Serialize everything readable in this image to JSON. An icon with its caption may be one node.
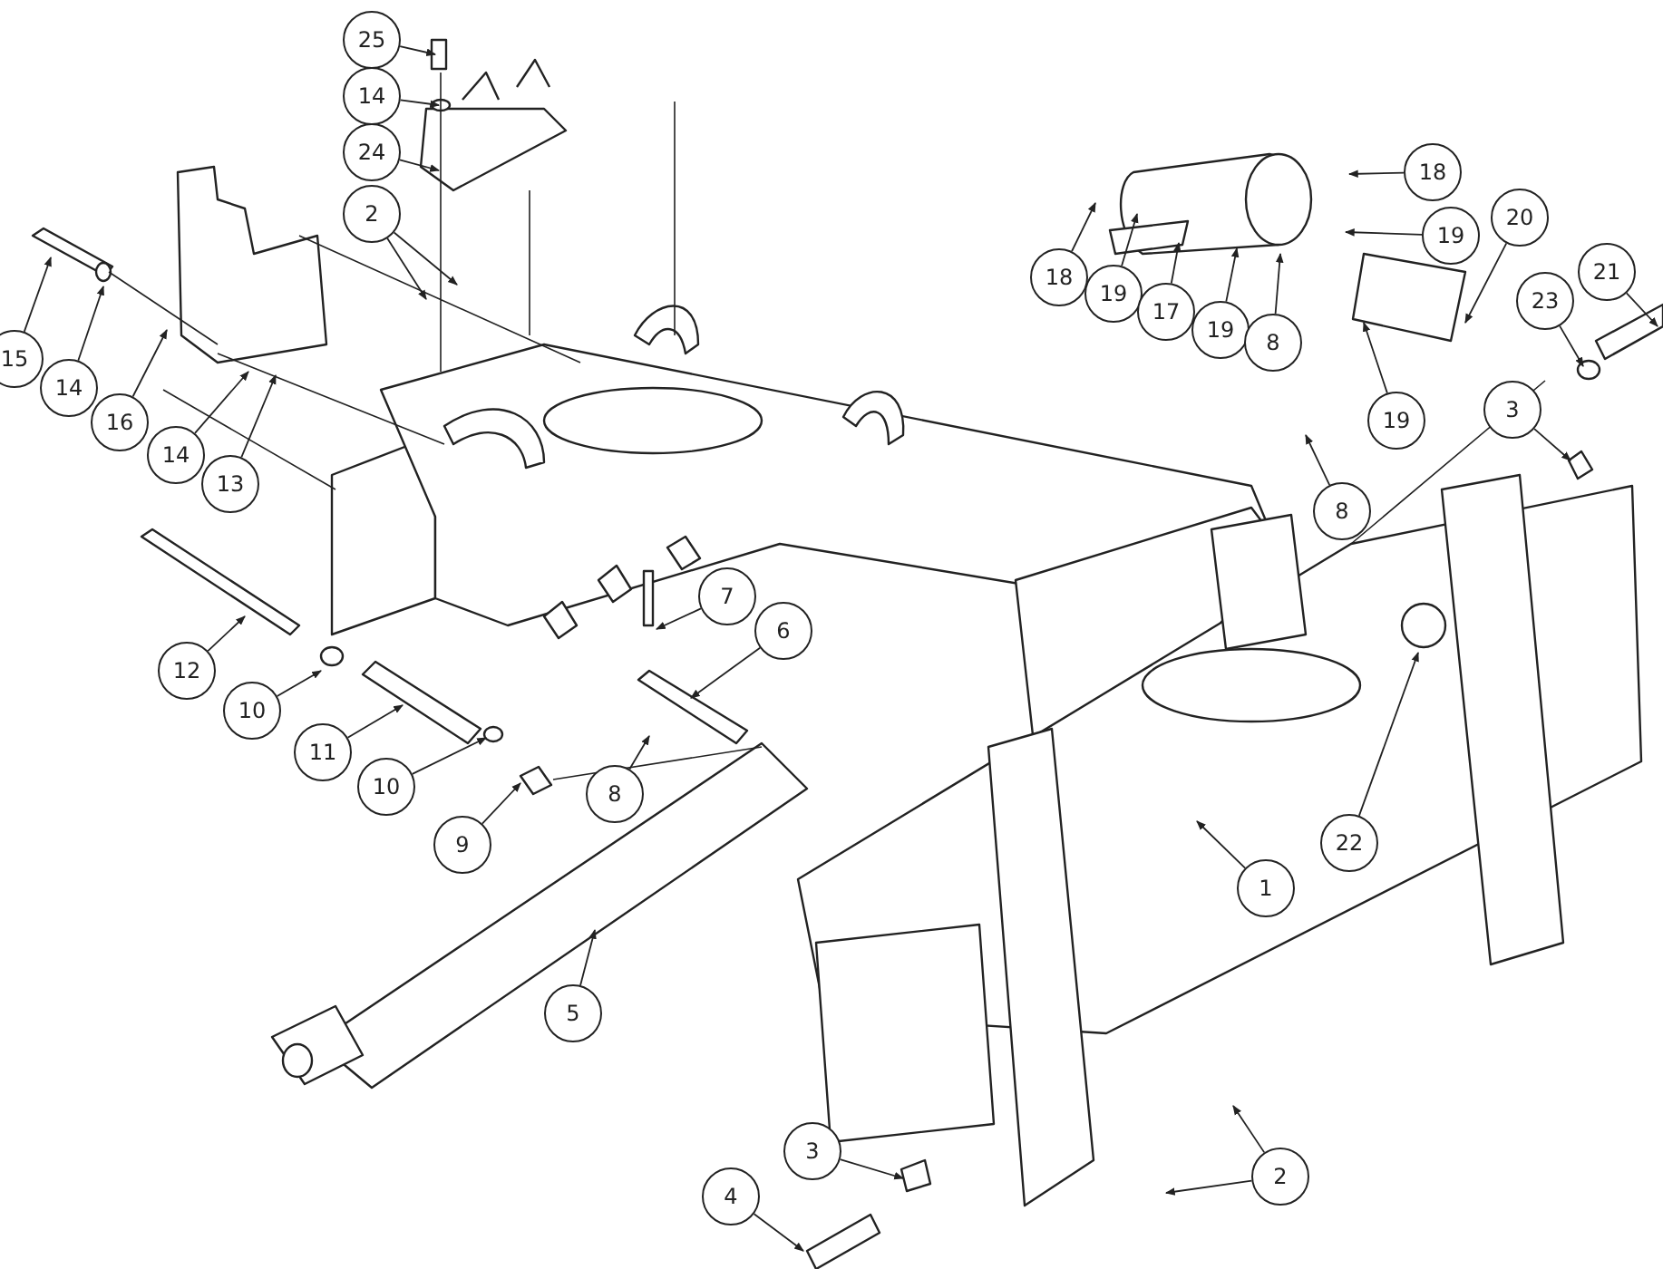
{
  "diagram": {
    "nodes": [
      {
        "text": [
          "25"
        ]
      },
      {
        "text": [
          "14"
        ]
      },
      {
        "text": [
          "24"
        ]
      },
      {
        "text": [
          "2"
        ]
      },
      {
        "text": [
          "18"
        ]
      },
      {
        "text": [
          "19"
        ]
      },
      {
        "text": [
          "20"
        ]
      },
      {
        "text": [
          "15"
        ]
      },
      {
        "text": [
          "14"
        ]
      },
      {
        "text": [
          "18"
        ]
      },
      {
        "text": [
          "19"
        ]
      },
      {
        "text": [
          "16"
        ]
      },
      {
        "text": [
          "17"
        ]
      },
      {
        "text": [
          "21"
        ]
      },
      {
        "text": [
          "23"
        ]
      },
      {
        "text": [
          "19"
        ]
      },
      {
        "text": [
          "8"
        ]
      },
      {
        "text": [
          "3"
        ]
      },
      {
        "text": [
          "19"
        ]
      },
      {
        "text": [
          "14"
        ]
      },
      {
        "text": [
          "13"
        ]
      },
      {
        "text": [
          "8"
        ]
      },
      {
        "text": [
          "7"
        ]
      },
      {
        "text": [
          "6"
        ]
      },
      {
        "text": [
          "12"
        ]
      },
      {
        "text": [
          "10"
        ]
      },
      {
        "text": [
          "11"
        ]
      },
      {
        "text": [
          "10"
        ]
      },
      {
        "text": [
          "9"
        ]
      },
      {
        "text": [
          "8"
        ]
      },
      {
        "text": [
          "1"
        ]
      },
      {
        "text": [
          "22"
        ]
      },
      {
        "text": [
          "5"
        ]
      },
      {
        "text": [
          "2"
        ]
      },
      {
        "text": [
          "3"
        ]
      },
      {
        "text": [
          "4"
        ]
      }
    ],
    "edges": [
      {
        "from": 0,
        "to": null,
        "arrow": "to"
      },
      {
        "from": 1,
        "to": null,
        "arrow": "to"
      },
      {
        "from": 2,
        "to": null,
        "arrow": "to"
      },
      {
        "from": 3,
        "to": null,
        "arrow": "to"
      },
      {
        "from": 3,
        "to": null,
        "arrow": "to"
      },
      {
        "from": 4,
        "to": null,
        "arrow": "to"
      },
      {
        "from": 5,
        "to": null,
        "arrow": "to"
      },
      {
        "from": 6,
        "to": null,
        "arrow": "to"
      },
      {
        "from": 7,
        "to": null,
        "arrow": "to"
      },
      {
        "from": 8,
        "to": null,
        "arrow": "to"
      },
      {
        "from": 9,
        "to": null,
        "arrow": "to"
      },
      {
        "from": 10,
        "to": null,
        "arrow": "to"
      },
      {
        "from": 11,
        "to": null,
        "arrow": "to"
      },
      {
        "from": 12,
        "to": null,
        "arrow": "to"
      },
      {
        "from": 13,
        "to": null,
        "arrow": "to"
      },
      {
        "from": 14,
        "to": null,
        "arrow": "to"
      },
      {
        "from": 15,
        "to": null,
        "arrow": "to"
      },
      {
        "from": 16,
        "to": null,
        "arrow": "to"
      },
      {
        "from": 17,
        "to": null,
        "arrow": "to"
      },
      {
        "from": 18,
        "to": null,
        "arrow": "to"
      },
      {
        "from": 19,
        "to": null,
        "arrow": "to"
      },
      {
        "from": 20,
        "to": null,
        "arrow": "to"
      },
      {
        "from": 21,
        "to": null,
        "arrow": "to"
      },
      {
        "from": 22,
        "to": null,
        "arrow": "to"
      },
      {
        "from": 23,
        "to": null,
        "arrow": "to"
      },
      {
        "from": 24,
        "to": null,
        "arrow": "to"
      },
      {
        "from": 25,
        "to": null,
        "arrow": "to"
      },
      {
        "from": 26,
        "to": null,
        "arrow": "to"
      },
      {
        "from": 27,
        "to": null,
        "arrow": "to"
      },
      {
        "from": 28,
        "to": null,
        "arrow": "to"
      },
      {
        "from": 29,
        "to": null,
        "arrow": "to"
      },
      {
        "from": 30,
        "to": null,
        "arrow": "to"
      },
      {
        "from": 31,
        "to": null,
        "arrow": "to"
      },
      {
        "from": 32,
        "to": null,
        "arrow": "to"
      },
      {
        "from": 33,
        "to": null,
        "arrow": "to"
      },
      {
        "from": 33,
        "to": null,
        "arrow": "to"
      },
      {
        "from": 34,
        "to": null,
        "arrow": "to"
      },
      {
        "from": 35,
        "to": null,
        "arrow": "to"
      }
    ]
  }
}
